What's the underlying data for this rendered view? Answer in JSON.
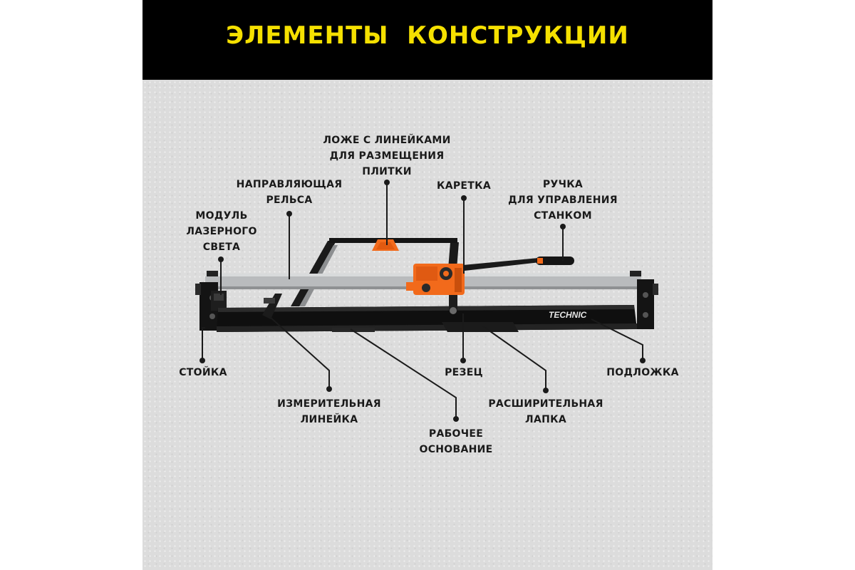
{
  "header": {
    "title": "ЭЛЕМЕНТЫ  КОНСТРУКЦИИ"
  },
  "colors": {
    "header_bg": "#000000",
    "title": "#f5e000",
    "accent_orange": "#f26a1b",
    "metal": "#b9bbbd",
    "frame": "#141414"
  },
  "product": {
    "brand": "TECHNIC"
  },
  "labels": {
    "tile_bed": "ЛОЖЕ С ЛИНЕЙКАМИ\nДЛЯ РАЗМЕЩЕНИЯ\nПЛИТКИ",
    "guide_rail": "НАПРАВЛЯЮЩАЯ\nРЕЛЬСА",
    "carriage": "КАРЕТКА",
    "handle": "РУЧКА\nДЛЯ УПРАВЛЕНИЯ\nСТАНКОМ",
    "laser_module": "МОДУЛЬ\nЛАЗЕРНОГО\nСВЕТА",
    "stand": "СТОЙКА",
    "cutter": "РЕЗЕЦ",
    "base_plate": "ПОДЛОЖКА",
    "measuring_ruler": "ИЗМЕРИТЕЛЬНАЯ\nЛИНЕЙКА",
    "extension_foot": "РАСШИРИТЕЛЬНАЯ\nЛАПКА",
    "work_base": "РАБОЧЕЕ\nОСНОВАНИЕ"
  }
}
